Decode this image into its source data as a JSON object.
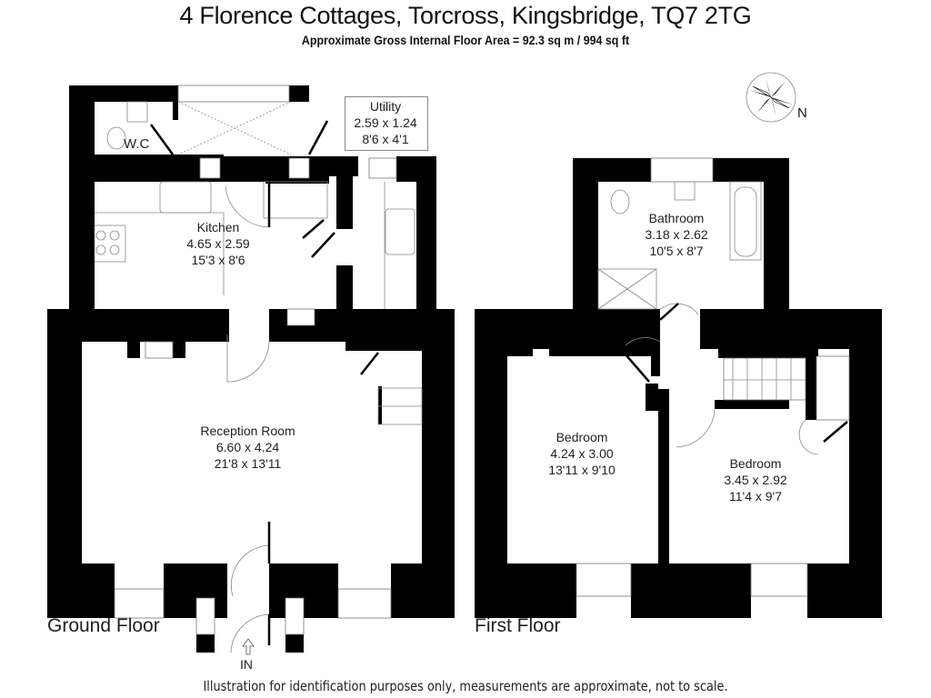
{
  "header": {
    "title": "4 Florence Cottages, Torcross, Kingsbridge, TQ7 2TG",
    "subtitle": "Approximate Gross Internal Floor Area  = 92.3 sq m / 994 sq ft"
  },
  "compass": {
    "icon": "compass-rose-icon",
    "label": "N"
  },
  "floors": {
    "ground": {
      "label": "Ground Floor",
      "entrance_label": "IN",
      "rooms": {
        "wc": {
          "name": "W.C"
        },
        "utility": {
          "name": "Utility",
          "metric": "2.59 x 1.24",
          "imperial": "8'6 x 4'1"
        },
        "kitchen": {
          "name": "Kitchen",
          "metric": "4.65 x 2.59",
          "imperial": "15'3 x 8'6"
        },
        "reception": {
          "name": "Reception Room",
          "metric": "6.60 x 4.24",
          "imperial": "21'8 x 13'11"
        }
      }
    },
    "first": {
      "label": "First Floor",
      "rooms": {
        "bathroom": {
          "name": "Bathroom",
          "metric": "3.18 x 2.62",
          "imperial": "10'5 x 8'7"
        },
        "bedroom1": {
          "name": "Bedroom",
          "metric": "4.24 x 3.00",
          "imperial": "13'11 x 9'10"
        },
        "bedroom2": {
          "name": "Bedroom",
          "metric": "3.45 x 2.92",
          "imperial": "11'4 x 9'7"
        }
      }
    }
  },
  "footer": {
    "disclaimer": "Illustration for identification purposes only, measurements are approximate, not to scale."
  },
  "colors": {
    "wall": "#000000",
    "background": "#ffffff",
    "fixture_line": "#888888"
  }
}
